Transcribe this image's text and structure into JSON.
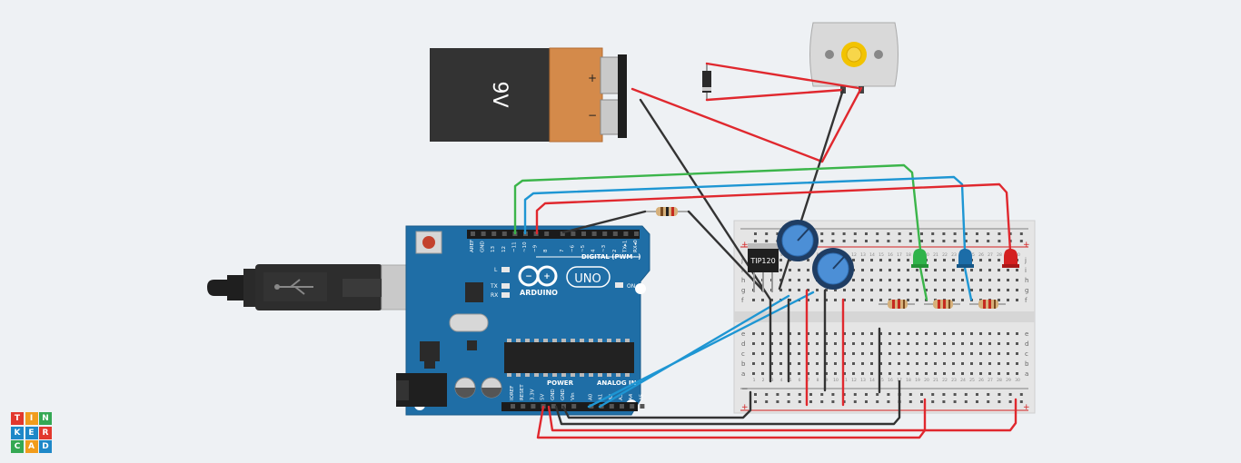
{
  "battery": {
    "label": "9V",
    "plus": "+",
    "minus": "−"
  },
  "transistor": {
    "label": "TIP120"
  },
  "arduino": {
    "brand": "ARDUINO",
    "model": "UNO",
    "digital_label": "DIGITAL (PWM~)",
    "power_label": "POWER",
    "analog_label": "ANALOG IN",
    "led_l": "L",
    "led_tx": "TX",
    "led_rx": "RX",
    "led_on": "ON",
    "header_top": [
      "AREF",
      "GND",
      "13",
      "12",
      "~11",
      "~10",
      "~9",
      "8",
      "7",
      "~6",
      "~5",
      "4",
      "~3",
      "2",
      "TX▸1",
      "RX◂0"
    ],
    "header_bottom": [
      "IOREF",
      "RESET",
      "3.3V",
      "5V",
      "GND",
      "GND",
      "Vin",
      "A0",
      "A1",
      "A2",
      "A3",
      "A4",
      "A5"
    ]
  },
  "breadboard": {
    "row_letters_top": [
      "j",
      "i",
      "h",
      "g",
      "f"
    ],
    "row_letters_bottom": [
      "e",
      "d",
      "c",
      "b",
      "a"
    ],
    "rail_plus": "+",
    "rail_minus": "−",
    "column_numbers": [
      "1",
      "2",
      "3",
      "4",
      "5",
      "6",
      "7",
      "8",
      "9",
      "10",
      "11",
      "12",
      "13",
      "14",
      "15",
      "16",
      "17",
      "18",
      "19",
      "20",
      "21",
      "22",
      "23",
      "24",
      "25",
      "26",
      "27",
      "28",
      "29",
      "30"
    ]
  },
  "logo": {
    "letters": [
      "T",
      "I",
      "N",
      "K",
      "E",
      "R",
      "C",
      "A",
      "D"
    ]
  },
  "colors": {
    "wire_red": "#e0282e",
    "wire_black": "#333333",
    "wire_green": "#3bb54a",
    "wire_blue": "#1e96d3",
    "arduino_blue": "#1f6ea6",
    "led_green": "#2fb34a",
    "led_blue": "#1c6da8",
    "led_red": "#d42020"
  },
  "icons": [
    "usb-icon",
    "arduino-infinity-icon",
    "motor-gear-icon",
    "reset-button-icon"
  ]
}
